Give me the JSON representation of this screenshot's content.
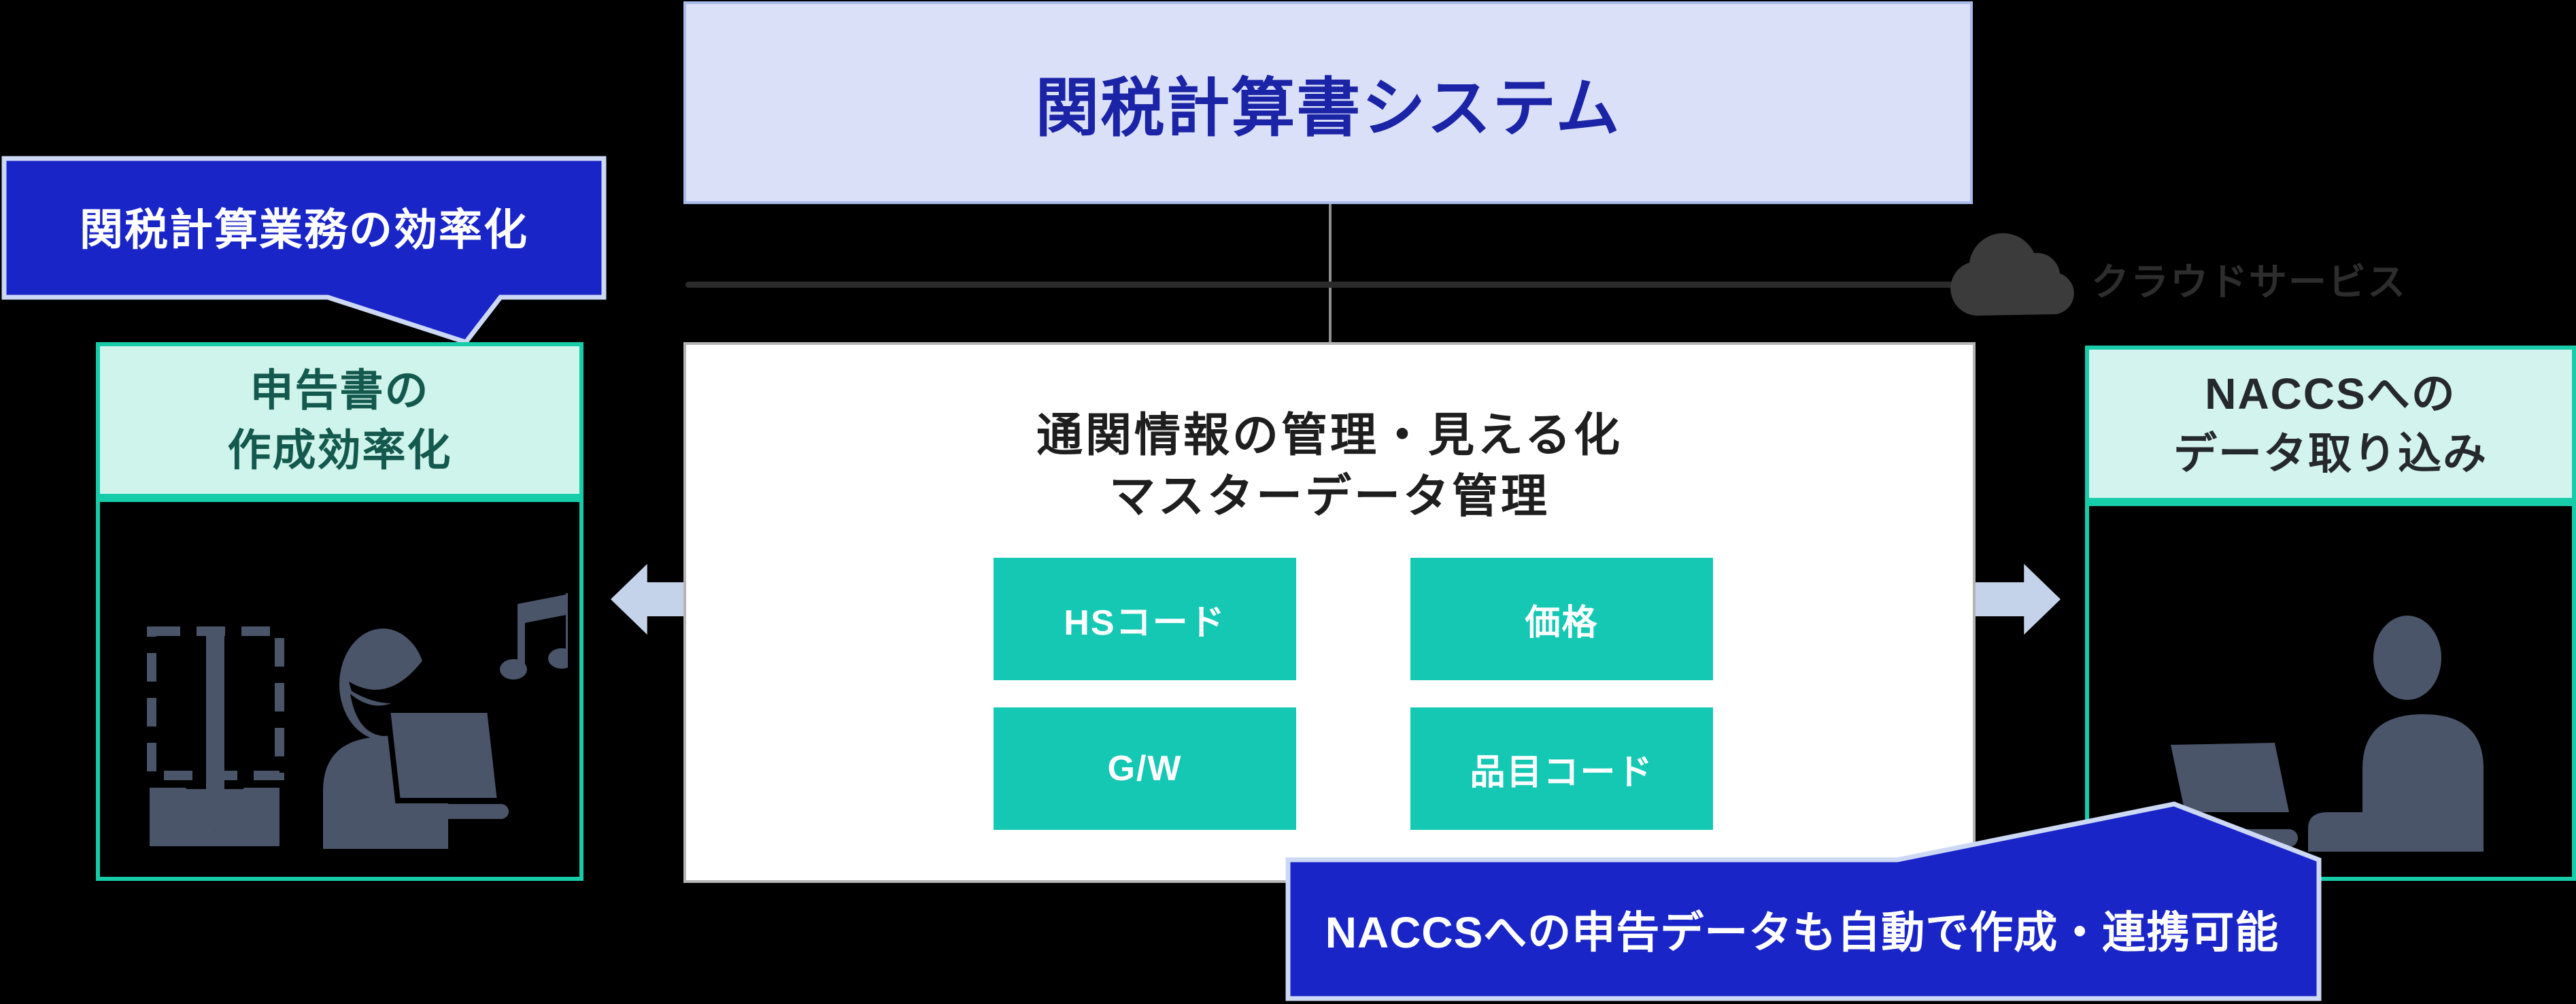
{
  "title": {
    "label": "関税計算書システム"
  },
  "cloud": {
    "label": "クラウドサービス"
  },
  "callout_left": {
    "label": "関税計算業務の効率化"
  },
  "panel_left": {
    "header_line1": "申告書の",
    "header_line2": "作成効率化"
  },
  "panel_center": {
    "heading_line1": "通関情報の管理・見える化",
    "heading_line2": "マスターデータ管理",
    "buttons": [
      "HSコード",
      "価格",
      "G/W",
      "品目コード"
    ]
  },
  "panel_right": {
    "header_line1": "NACCSへの",
    "header_line2": "データ取り込み"
  },
  "callout_bottom": {
    "label": "NACCSへの申告データも自動で作成・連携可能"
  },
  "colors": {
    "background": "#000000",
    "callout_blue": "#1A25C8",
    "callout_border": "#CDD9F4",
    "teal_border": "#17CDA9",
    "chip_teal": "#14C8B4",
    "mint_header_bg": "#CFF4EB",
    "title_box_bg": "#D9E0F8",
    "title_box_border": "#A9BAEC",
    "title_text": "#1B23A6",
    "header_text_left": "#14594E",
    "header_text_right": "#26292B",
    "icon_slate": "#4A5569",
    "arrow_fill": "#C5D3EA",
    "cloud_gray": "#3B3B3B",
    "line_dark": "#2B2B2B",
    "line_gray": "#8E8E8E",
    "center_panel_border": "#B4B4B4"
  }
}
